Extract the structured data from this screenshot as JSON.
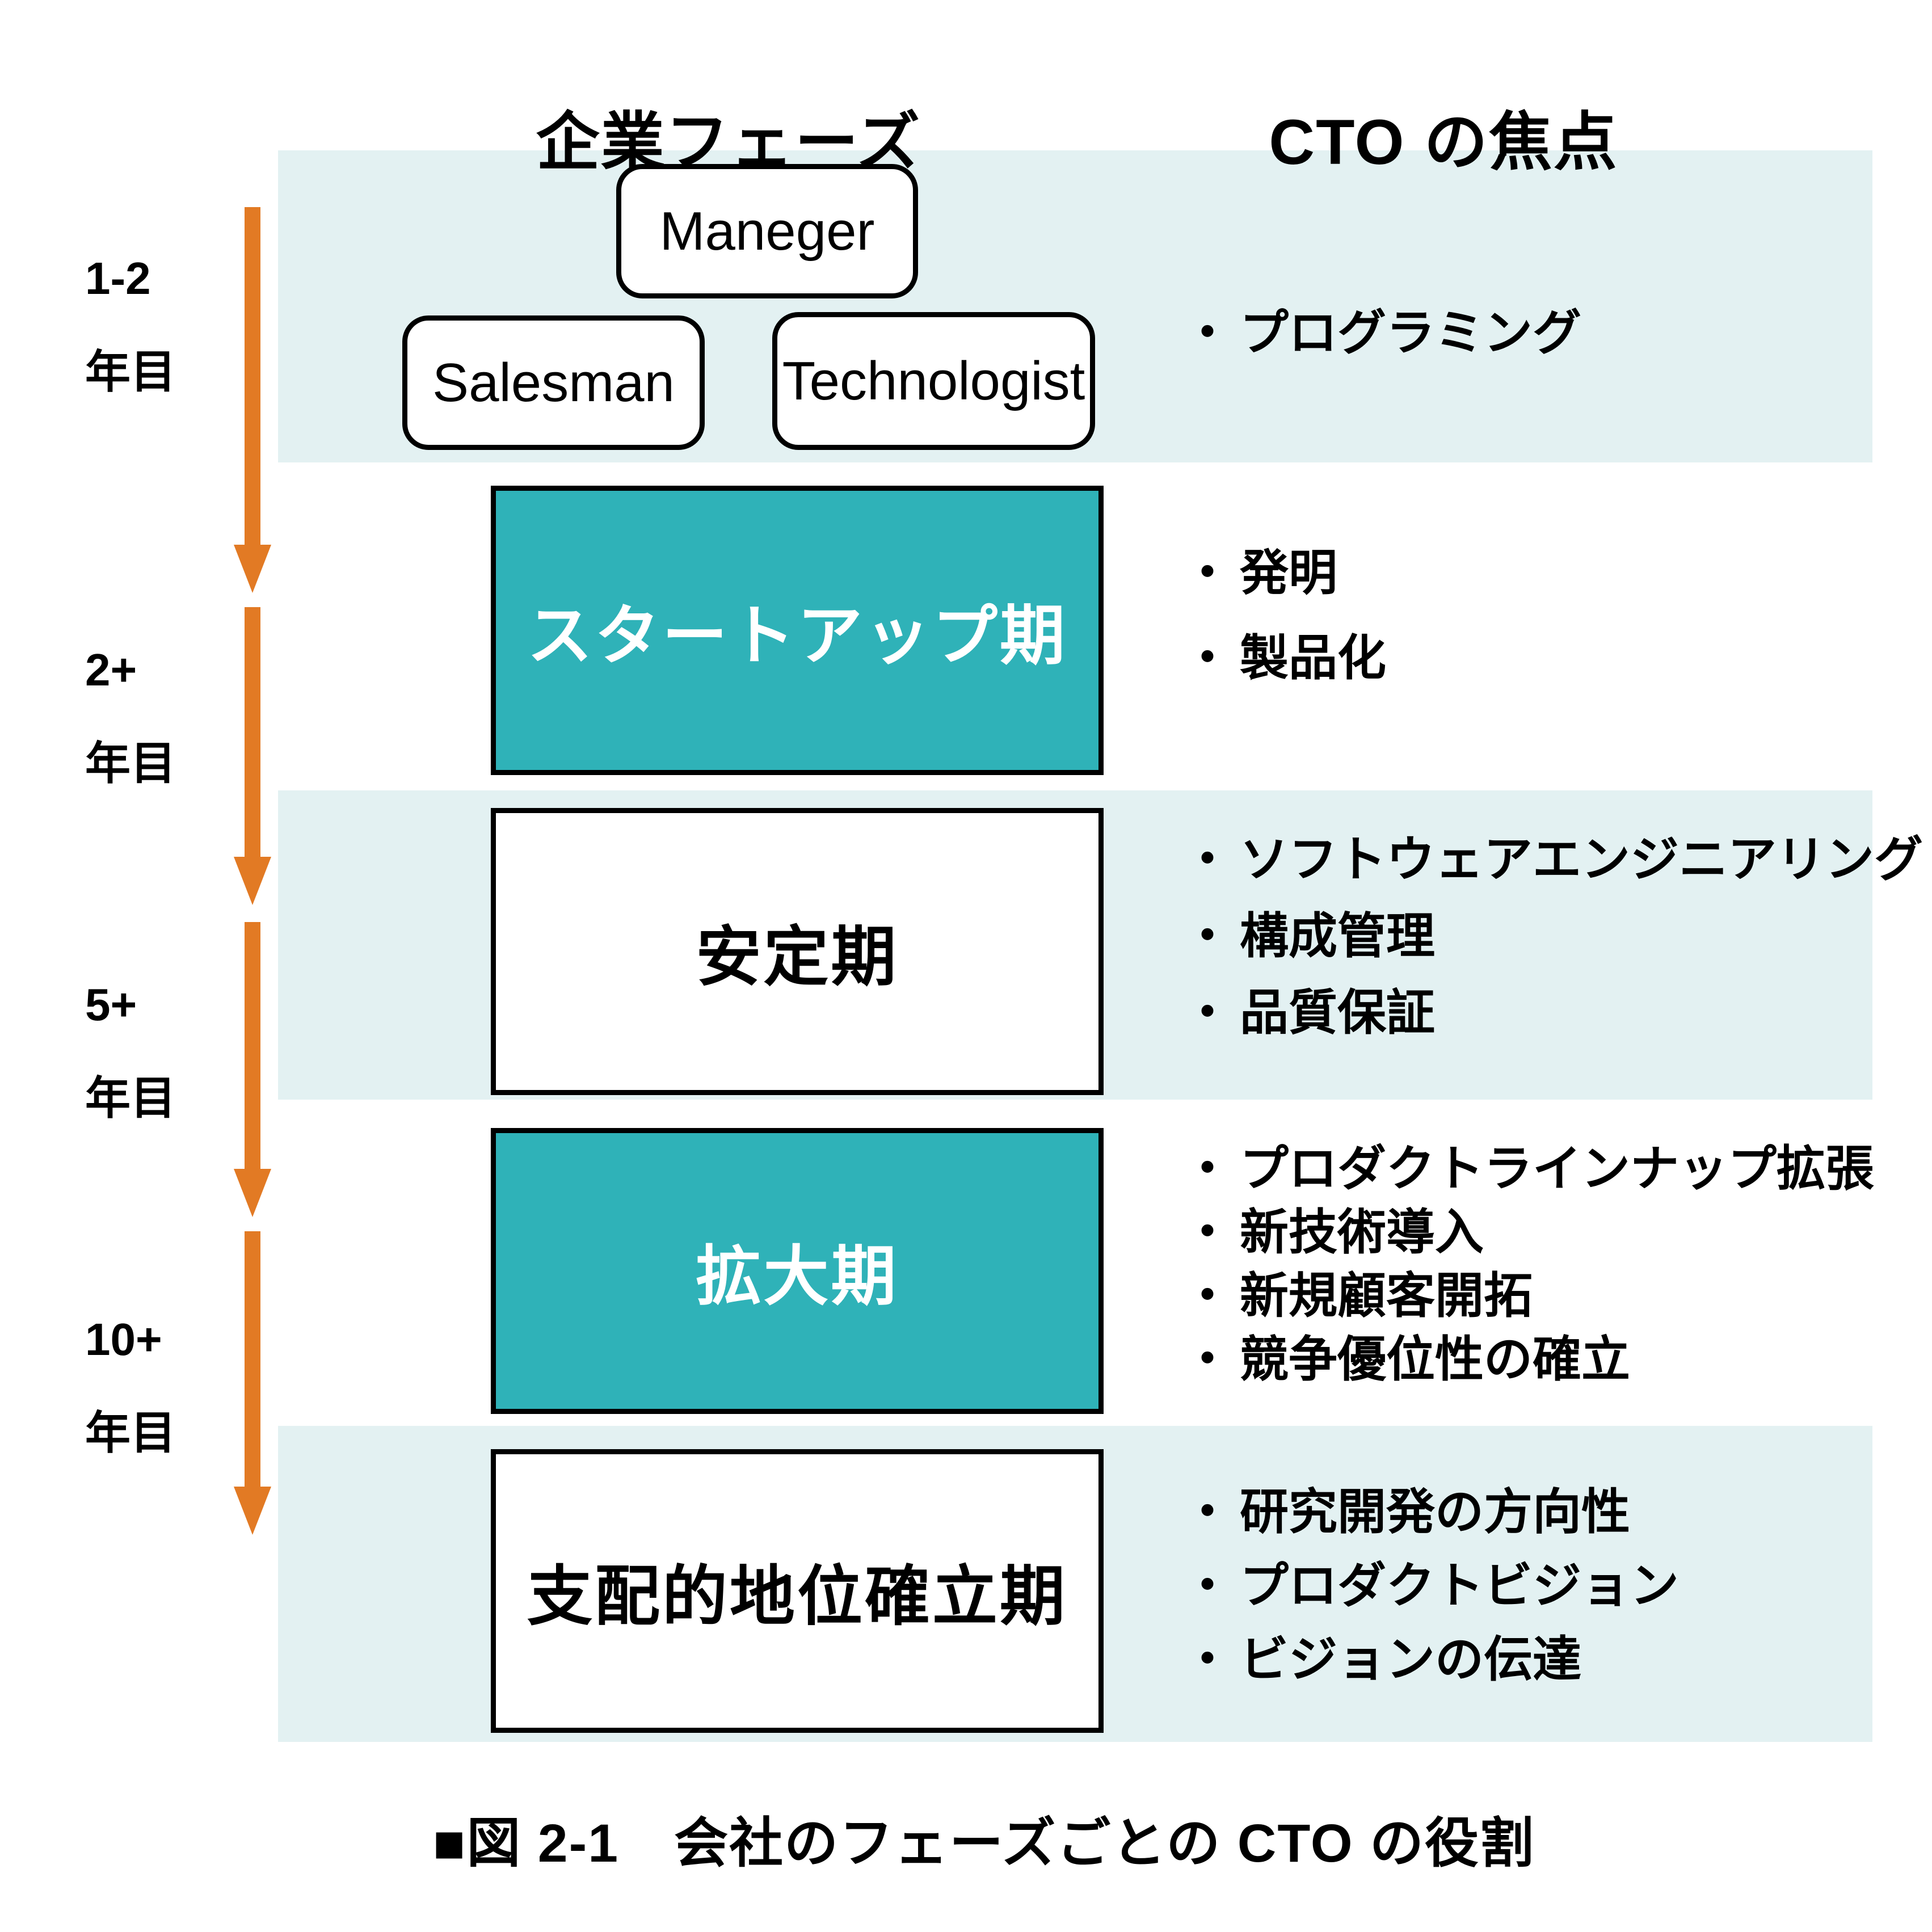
{
  "headers": {
    "company_phase": "企業フェーズ",
    "cto_focus": "CTO の焦点"
  },
  "timeline": {
    "items": [
      {
        "range": "1-2",
        "unit": "年目"
      },
      {
        "range": "2+",
        "unit": "年目"
      },
      {
        "range": "5+",
        "unit": "年目"
      },
      {
        "range": "10+",
        "unit": "年目"
      }
    ]
  },
  "roles": {
    "manager": "Maneger",
    "salesman": "Salesman",
    "technologist": "Technologist"
  },
  "phases": {
    "startup": "スタートアップ期",
    "stable": "安定期",
    "expansion": "拡大期",
    "dominance": "支配的地位確立期"
  },
  "focus": {
    "bullet": "・",
    "groups": [
      {
        "items": [
          "プログラミング"
        ]
      },
      {
        "items": [
          "発明",
          "製品化"
        ]
      },
      {
        "items": [
          "ソフトウェアエンジニアリング",
          "構成管理",
          "品質保証"
        ]
      },
      {
        "items": [
          "プロダクトラインナップ拡張",
          "新技術導入",
          "新規顧客開拓",
          "競争優位性の確立"
        ]
      },
      {
        "items": [
          "研究開発の方向性",
          "プロダクトビジョン",
          "ビジョンの伝達"
        ]
      }
    ]
  },
  "caption": "■図 2-1　会社のフェーズごとの CTO の役割",
  "colors": {
    "teal": "#2FB2B8",
    "band_background": "#E3F1F2",
    "arrow_orange": "#E27A24",
    "border_black": "#000000"
  }
}
